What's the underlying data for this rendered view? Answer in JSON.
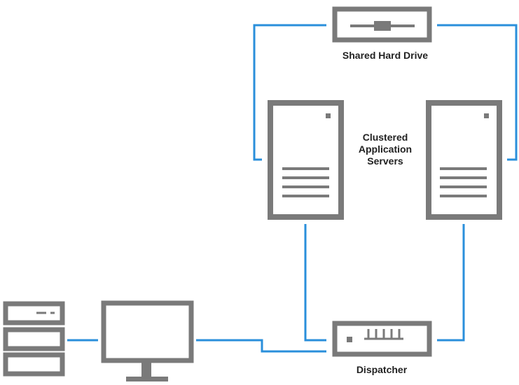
{
  "labels": {
    "shared_drive": "Shared Hard Drive",
    "cluster_line1": "Clustered",
    "cluster_line2": "Application",
    "cluster_line3": "Servers",
    "dispatcher": "Dispatcher"
  },
  "colors": {
    "connector": "#2a8fdb",
    "device": "#7a7a7a",
    "text": "#222222",
    "background": "#ffffff"
  },
  "icons": [
    "shared-hard-drive-icon",
    "application-server-icon",
    "dispatcher-switch-icon",
    "monitor-icon",
    "server-rack-icon"
  ]
}
